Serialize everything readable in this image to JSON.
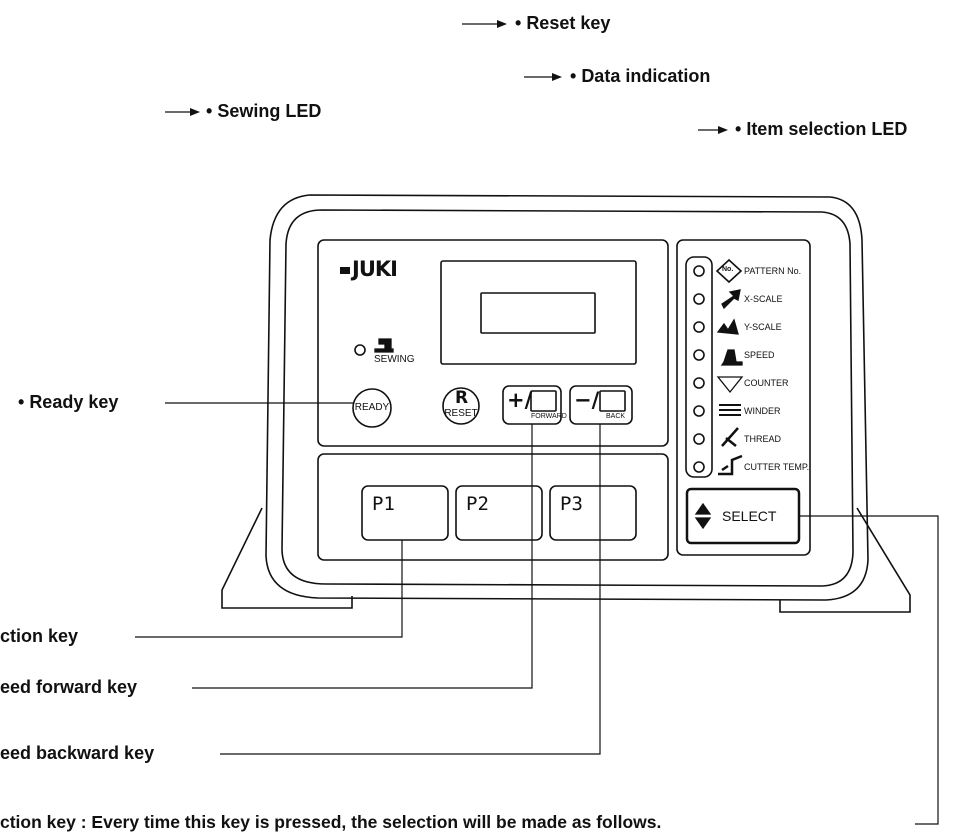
{
  "callouts": {
    "reset_key": "Reset key",
    "data_indication": "Data indication",
    "sewing_led": "Sewing LED",
    "item_selection_led": "Item selection LED",
    "ready_key": "Ready key",
    "selection_key_partial": "ction key",
    "feed_forward_partial": "eed forward key",
    "feed_backward_partial": "eed backward key",
    "selection_key_note": "ction key : Every time this key is pressed, the selection will be made as follows."
  },
  "panel": {
    "brand": "JUKI",
    "sewing_label": "SEWING",
    "ready_button": "READY",
    "reset_button_letter": "R",
    "reset_button_label": "RESET",
    "forward_button_symbol": "+/",
    "forward_button_label": "FORWARD",
    "back_button_symbol": "−/",
    "back_button_label": "BACK",
    "p_keys": [
      "P1",
      "P2",
      "P3"
    ],
    "select_button": "SELECT",
    "items": [
      "PATTERN No.",
      "X-SCALE",
      "Y-SCALE",
      "SPEED",
      "COUNTER",
      "WINDER",
      "THREAD",
      "CUTTER TEMP."
    ],
    "no_badge": "No."
  }
}
